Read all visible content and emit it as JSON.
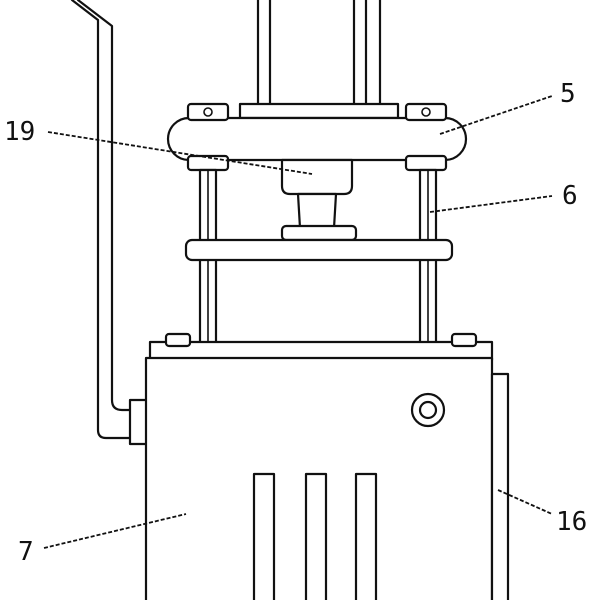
{
  "figure": {
    "labels": [
      {
        "id": "label-5",
        "text": "5"
      },
      {
        "id": "label-6",
        "text": "6"
      },
      {
        "id": "label-19",
        "text": "19"
      },
      {
        "id": "label-7",
        "text": "7"
      },
      {
        "id": "label-16",
        "text": "16"
      }
    ]
  }
}
